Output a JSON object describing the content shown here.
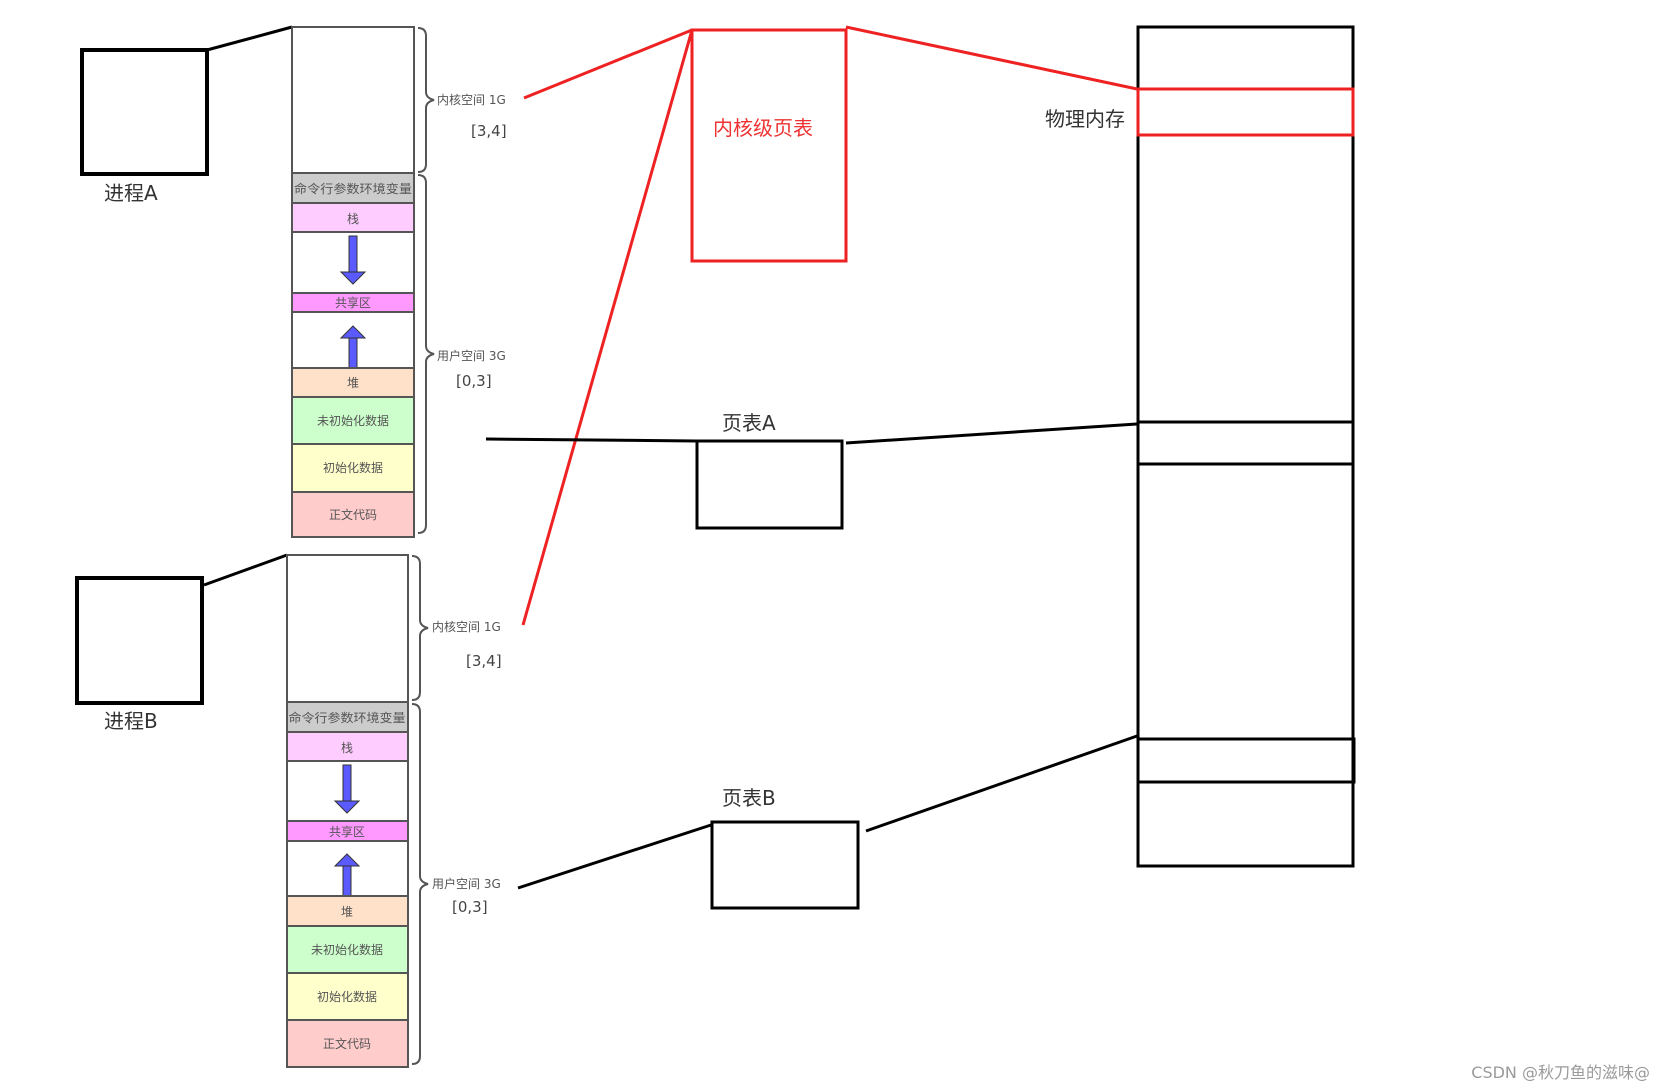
{
  "title": "进程地址空间与页表映射示意图",
  "colors": {
    "kernel_red": "#ee2222",
    "line_black": "#000000",
    "segment_border": "#555555",
    "arrow_blue": "#5a5aff",
    "cmdline": "#cccccc",
    "stack": "#ffccff",
    "shared": "#ff99ff",
    "heap": "#ffe0c8",
    "bss": "#ccffcc",
    "data": "#ffffcc",
    "text": "#ffcccc"
  },
  "processes": [
    {
      "id": "A",
      "label": "进程A",
      "kernel_space_label": "内核空间 1G",
      "kernel_range": "[3,4]",
      "user_space_label": "用户空间 3G",
      "user_range": "[0,3]",
      "segments": {
        "cmdline": "命令行参数环境变量",
        "stack": "栈",
        "shared": "共享区",
        "heap": "堆",
        "bss": "未初始化数据",
        "data": "初始化数据",
        "text": "正文代码"
      },
      "page_table_label": "页表A"
    },
    {
      "id": "B",
      "label": "进程B",
      "kernel_space_label": "内核空间 1G",
      "kernel_range": "[3,4]",
      "user_space_label": "用户空间 3G",
      "user_range": "[0,3]",
      "segments": {
        "cmdline": "命令行参数环境变量",
        "stack": "栈",
        "shared": "共享区",
        "heap": "堆",
        "bss": "未初始化数据",
        "data": "初始化数据",
        "text": "正文代码"
      },
      "page_table_label": "页表B"
    }
  ],
  "kernel_page_table_label": "内核级页表",
  "physical_memory_label": "物理内存",
  "watermark": "CSDN @秋刀鱼的滋味@"
}
